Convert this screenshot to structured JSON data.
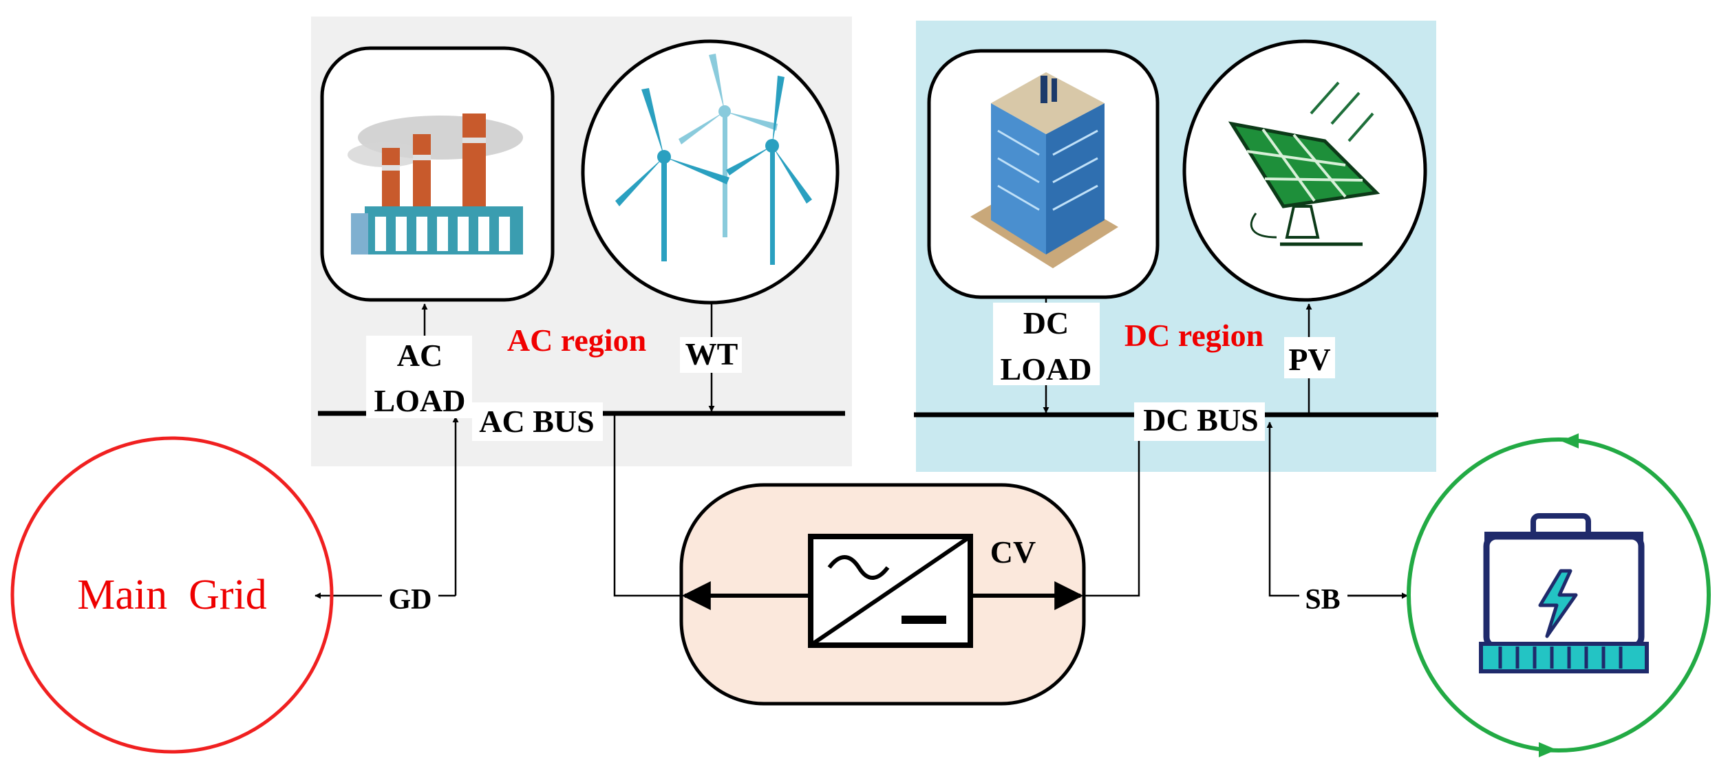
{
  "ac_region": {
    "label": "AC region",
    "bus_label": "AC BUS",
    "load_label_1": "AC",
    "load_label_2": "LOAD",
    "wt_label": "WT"
  },
  "dc_region": {
    "label": "DC region",
    "bus_label": "DC BUS",
    "load_label_1": "DC",
    "load_label_2": "LOAD",
    "pv_label": "PV"
  },
  "converter": {
    "label": "CV"
  },
  "grid": {
    "label": "Main  Grid",
    "link_label": "GD"
  },
  "battery": {
    "link_label": "SB"
  },
  "colors": {
    "ac_region_bg": "#f0f0f0",
    "dc_region_bg": "#c9e9f0",
    "region_text": "#f00000",
    "converter_bg": "#fbe8dc",
    "grid_circle": "#f02020",
    "battery_circle": "#22aa44",
    "battery_body": "#1f2a6b",
    "battery_accent": "#23c4c4",
    "solar_green": "#1e8f3a",
    "turbine": "#2aa0c0"
  },
  "icons": [
    "factory-icon",
    "wind-turbine-icon",
    "building-icon",
    "solar-panel-icon",
    "converter-icon",
    "battery-icon"
  ]
}
